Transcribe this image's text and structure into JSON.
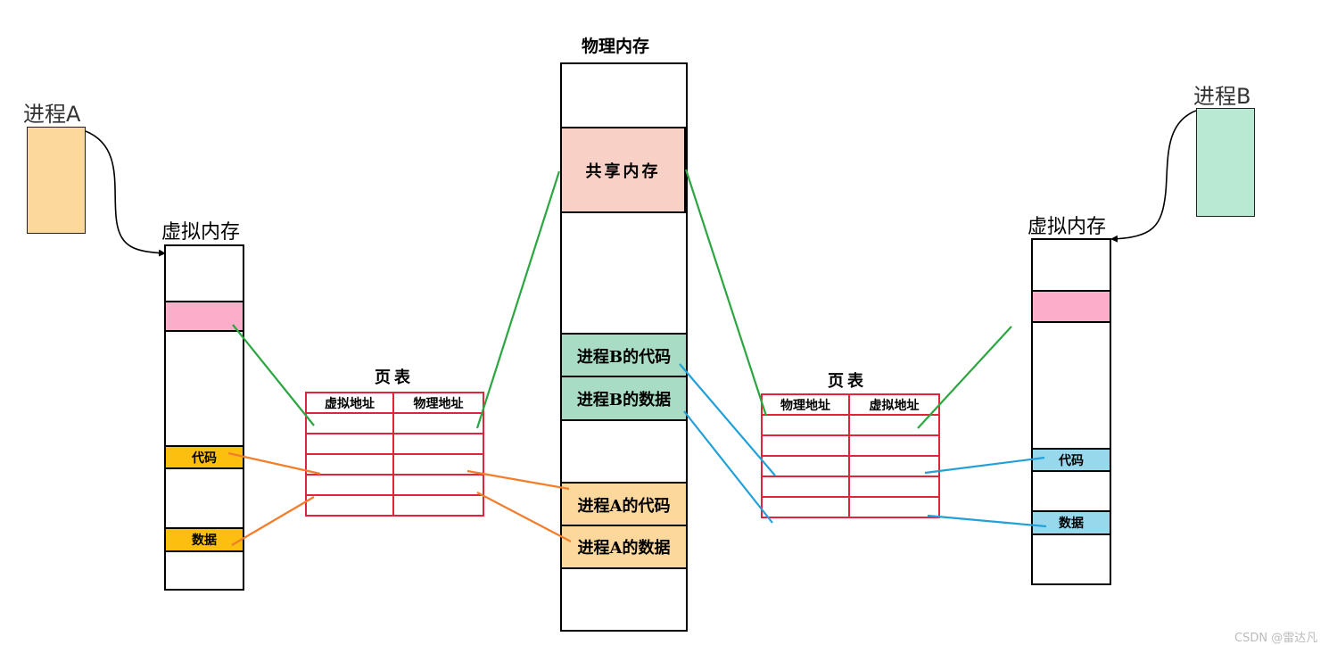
{
  "process_a": {
    "title": "进程A",
    "color": "#fdd89c"
  },
  "process_b": {
    "title": "进程B",
    "color": "#b9e8d3"
  },
  "left_vmem": {
    "title": "虚拟内存",
    "code_label": "代码",
    "data_label": "数据",
    "shared_color": "#fbadc9",
    "segment_color": "#fcbf10"
  },
  "right_vmem": {
    "title": "虚拟内存",
    "code_label": "代码",
    "data_label": "数据",
    "shared_color": "#fbadc9",
    "segment_color": "#97d8ec"
  },
  "physical_memory": {
    "title": "物理内存",
    "shared_label": "共享内存",
    "shared_color": "#f9d0c6",
    "b_code_label": "进程B的代码",
    "b_data_label": "进程B的数据",
    "b_color": "#a8dcc4",
    "a_code_label": "进程A的代码",
    "a_data_label": "进程A的数据",
    "a_color": "#fdd89c"
  },
  "left_page_table": {
    "title": "页表",
    "headers": [
      "虚拟地址",
      "物理地址"
    ],
    "border_color": "#e0243c"
  },
  "right_page_table": {
    "title": "页表",
    "headers": [
      "物理地址",
      "虚拟地址"
    ],
    "border_color": "#e0243c"
  },
  "colors": {
    "green_line": "#2ca640",
    "orange_line": "#f37d29",
    "blue_line": "#22a0d8"
  },
  "watermark": "CSDN @雷达凡"
}
